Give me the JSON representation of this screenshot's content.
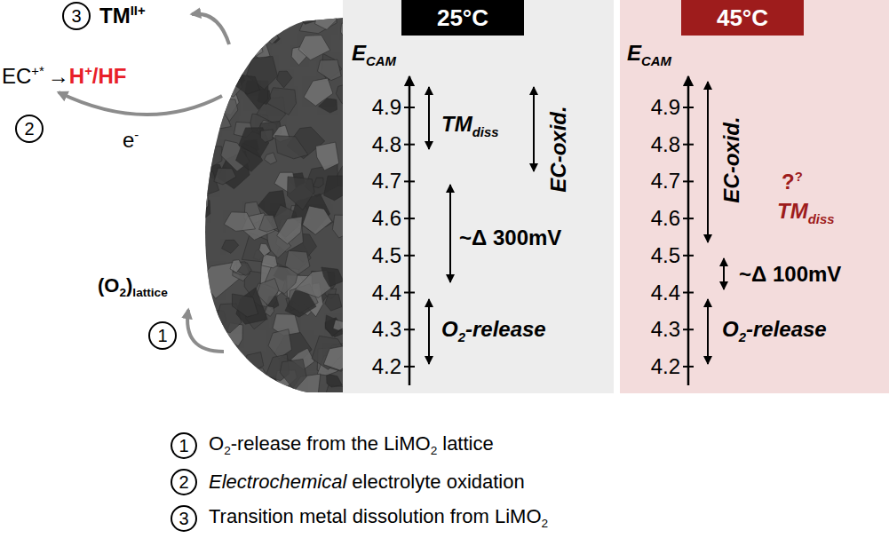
{
  "diagram": {
    "nodes": [
      {
        "text": [
          "25°C"
        ]
      },
      {
        "text": [
          "45°C"
        ]
      },
      {
        "text": [
          "3"
        ]
      },
      {
        "text": [
          "2"
        ]
      },
      {
        "text": [
          "1"
        ]
      },
      {
        "text": [
          "1"
        ]
      },
      {
        "text": [
          "2"
        ]
      },
      {
        "text": [
          "3"
        ]
      }
    ],
    "labels": [
      "TM",
      "II+",
      "EC",
      "+*",
      "→",
      "H",
      "+",
      "/HF",
      "e",
      "-",
      "(O",
      "2",
      ")",
      "lattice",
      "E",
      "CAM",
      "4.9",
      "4.8",
      "4.7",
      "4.6",
      "4.5",
      "4.4",
      "4.3",
      "4.2",
      "TM",
      "diss",
      "EC-oxid.",
      "~Δ 300mV",
      "O",
      "2",
      "-release",
      "E",
      "CAM",
      "4.9",
      "4.8",
      "4.7",
      "4.6",
      "4.5",
      "4.4",
      "4.3",
      "4.2",
      "EC-oxid.",
      "?",
      "?",
      "TM",
      "diss",
      "~Δ 100mV",
      "O",
      "2",
      "-release",
      "O",
      "2",
      "-release from the LiMO",
      "2",
      "lattice",
      "Electrochemical",
      "electrolyte oxidation",
      "Transition metal dissolution from LiMO",
      "2"
    ]
  }
}
